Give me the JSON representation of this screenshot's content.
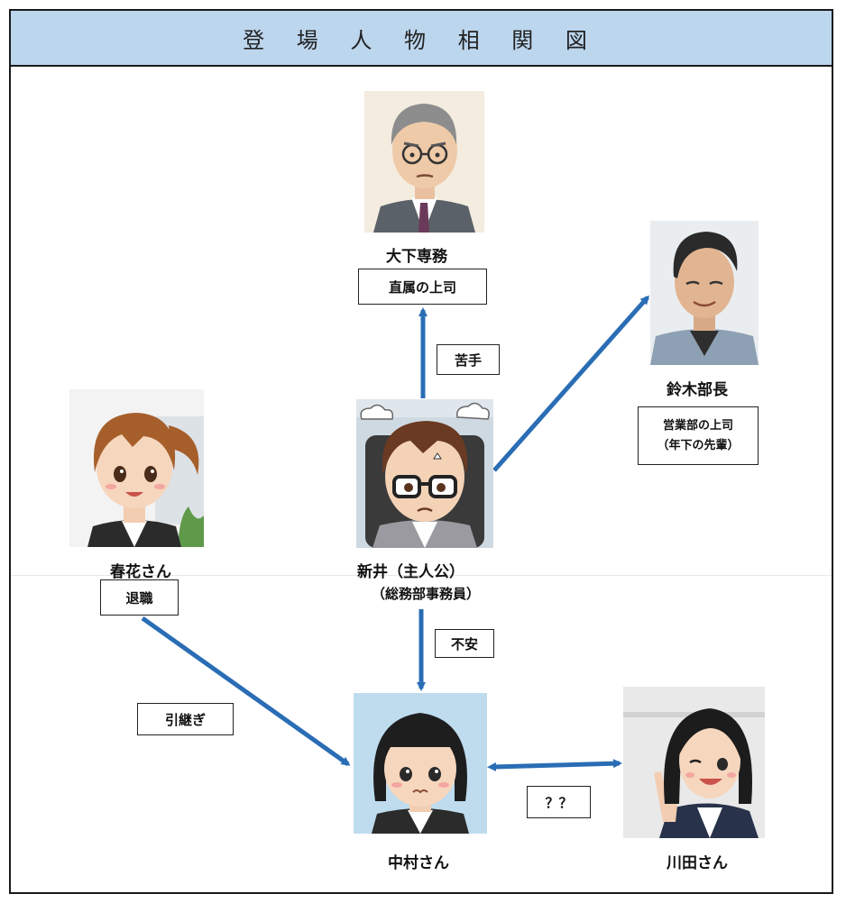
{
  "title": "登 場 人 物 相 関 図",
  "characters": {
    "oshita": {
      "name": "大下専務",
      "role": "直属の上司",
      "icon": "older-man-glasses-portrait-icon"
    },
    "suzuki": {
      "name": "鈴木部長",
      "role_line1": "営業部の上司",
      "role_line2": "（年下の先輩）",
      "icon": "short-hair-man-portrait-icon"
    },
    "arai": {
      "name": "新井（主人公）",
      "role": "（総務部事務員）",
      "icon": "stressed-man-glasses-portrait-icon"
    },
    "haruhana": {
      "name": "春花さん",
      "role": "退職",
      "icon": "ponytail-woman-portrait-icon"
    },
    "nakamura": {
      "name": "中村さん",
      "icon": "worried-woman-portrait-icon"
    },
    "kawada": {
      "name": "川田さん",
      "icon": "winking-woman-peace-sign-portrait-icon"
    }
  },
  "relations": {
    "arai_to_oshita": "苦手",
    "arai_to_nakamura": "不安",
    "haruhana_to_nakamura": "引継ぎ",
    "nakamura_kawada": "？？"
  },
  "colors": {
    "title_bg": "#bcd6ee",
    "arrow": "#2a6db5",
    "border": "#1a1a1a"
  }
}
